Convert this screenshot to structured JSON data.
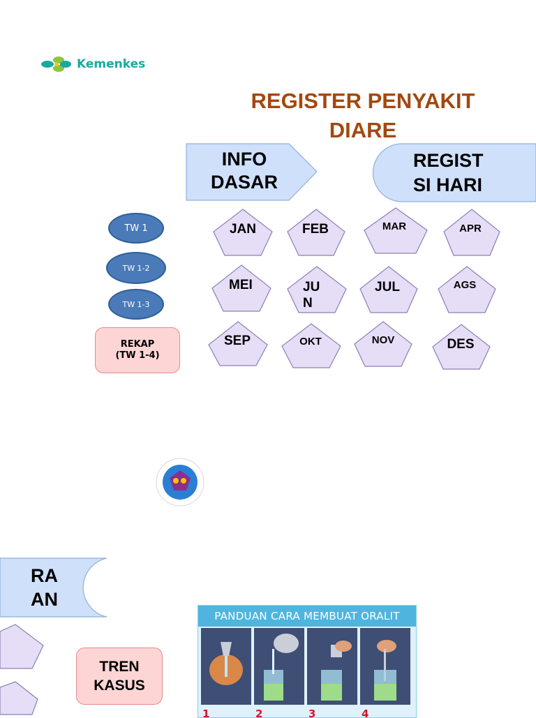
{
  "brand": {
    "name": "Kemenkes"
  },
  "title": {
    "line1": "REGISTER PENYAKIT",
    "line2": "DIARE"
  },
  "buttons": {
    "info_dasar": {
      "line1": "INFO",
      "line2": "DASAR"
    },
    "registrasi_harian": {
      "line1": "REGIST",
      "line2": "SI HARI"
    },
    "registrasi_partial": {
      "line1": "RA",
      "line2": "AN"
    }
  },
  "quarters": [
    "TW 1",
    "TW 1-2",
    "TW 1-3"
  ],
  "rekap": {
    "line1": "REKAP",
    "line2": "(TW 1-4)"
  },
  "months": [
    "JAN",
    "FEB",
    "MAR",
    "APR",
    "MEI",
    "JUN",
    "JUL",
    "AGS",
    "SEP",
    "OKT",
    "NOV",
    "DES"
  ],
  "tren_kasus": "TREN\nKASUS",
  "oralit": {
    "title": "PANDUAN CARA MEMBUAT ORALIT",
    "steps": [
      "1",
      "2",
      "3",
      "4"
    ]
  },
  "colors": {
    "title": "#a3480f",
    "button_fill": "#cfe0fb",
    "pentagon_fill": "#e6ddf7",
    "ellipse_fill": "#4a7ab8",
    "rekap_fill": "#fdd5d5",
    "brand_teal": "#19a9a0"
  }
}
